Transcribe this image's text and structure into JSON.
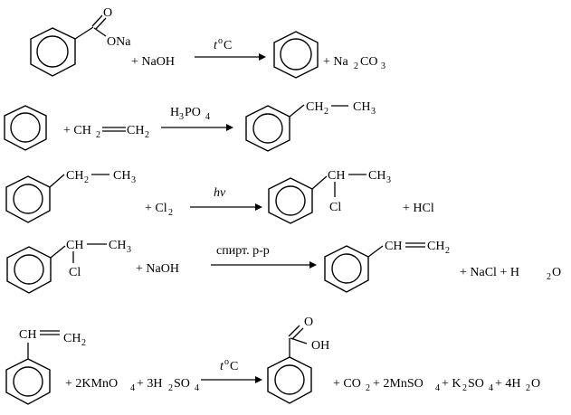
{
  "reactions": [
    {
      "id": "r1",
      "reactant_groups": [
        "ONa",
        "O"
      ],
      "plus_reagent": "+ NaOH",
      "condition": {
        "t": "t",
        "o": "o",
        "c": "C"
      },
      "product_plus": "+ Na",
      "product_sub": "2",
      "product_rest": "CO",
      "product_sub2": "3"
    },
    {
      "id": "r2",
      "plus_reagent_pre": "+ CH",
      "plus_reagent_sub1": "2",
      "plus_reagent_mid": "CH",
      "plus_reagent_sub2": "2",
      "catalyst_pre": "H",
      "catalyst_sub1": "3",
      "catalyst_mid": "PO",
      "catalyst_sub2": "4",
      "product_ch2": "CH",
      "product_ch2_sub": "2",
      "product_ch3": "CH",
      "product_ch3_sub": "3"
    },
    {
      "id": "r3",
      "reactant_ch2": "CH",
      "reactant_ch2_sub": "2",
      "reactant_ch3": "CH",
      "reactant_ch3_sub": "3",
      "plus_reagent": "+ Cl",
      "plus_reagent_sub": "2",
      "condition": "hv",
      "product_ch": "CH",
      "product_ch3": "CH",
      "product_ch3_sub": "3",
      "product_cl": "Cl",
      "byproduct": "+ HCl"
    },
    {
      "id": "r4",
      "reactant_ch": "CH",
      "reactant_ch3": "CH",
      "reactant_ch3_sub": "3",
      "reactant_cl": "Cl",
      "plus_reagent": "+ NaOH",
      "condition": "спирт. р-р",
      "product_ch": "CH",
      "product_ch2": "CH",
      "product_ch2_sub": "2",
      "byproduct_pre": "+ NaCl + H",
      "byproduct_sub": "2",
      "byproduct_post": "O"
    },
    {
      "id": "r5",
      "reactant_ch": "CH",
      "reactant_ch2": "CH",
      "reactant_ch2_sub": "2",
      "reagent_a": "+ 2KMnO",
      "reagent_a_sub": "4",
      "reagent_b": "+ 3H",
      "reagent_b_sub1": "2",
      "reagent_b_mid": "SO",
      "reagent_b_sub2": "4",
      "condition": {
        "t": "t",
        "o": "o",
        "c": "C"
      },
      "product_o": "O",
      "product_oh": "OH",
      "tail_1": "+ CO",
      "tail_1_sub": "2",
      "tail_2": "+ 2MnSO",
      "tail_2_sub": "4",
      "tail_3": "+ K",
      "tail_3_sub1": "2",
      "tail_3_mid": "SO",
      "tail_3_sub2": "4",
      "tail_4": "+ 4H",
      "tail_4_sub": "2",
      "tail_4_post": "O"
    }
  ]
}
